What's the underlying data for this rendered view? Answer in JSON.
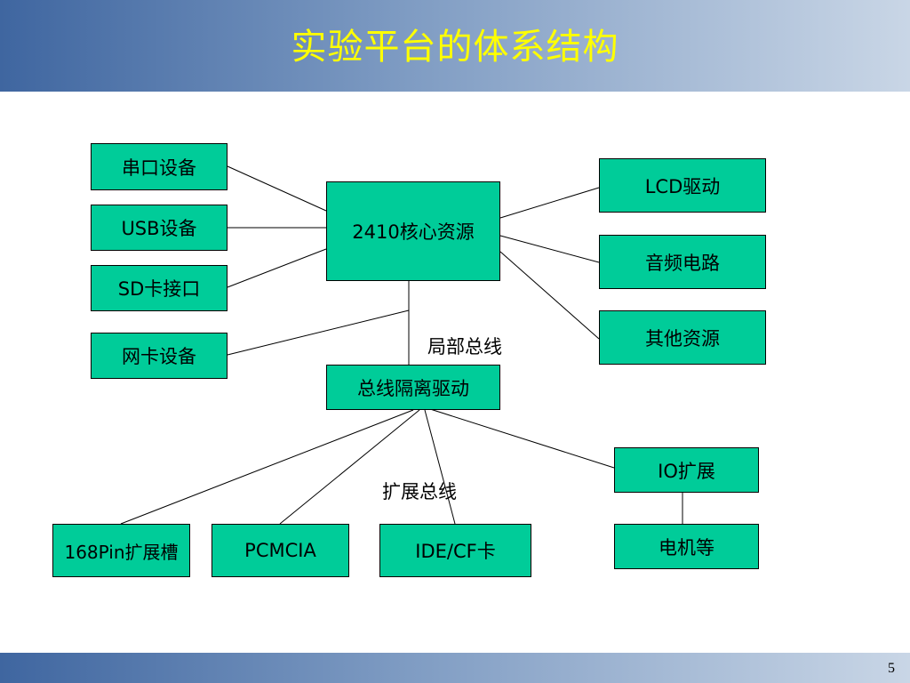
{
  "slide": {
    "title": "实验平台的体系结构",
    "page_number": "5"
  },
  "diagram": {
    "nodes": {
      "serial": "串口设备",
      "usb": "USB设备",
      "sd": "SD卡接口",
      "nic": "网卡设备",
      "core": "2410核心资源",
      "lcd": "LCD驱动",
      "audio": "音频电路",
      "other": "其他资源",
      "bus_isolation": "总线隔离驱动",
      "io_ext": "IO扩展",
      "motor": "电机等",
      "slot168": "168Pin扩展槽",
      "pcmcia": "PCMCIA",
      "idecf": "IDE/CF卡"
    },
    "labels": {
      "local_bus": "局部总线",
      "ext_bus": "扩展总线"
    },
    "colors": {
      "node_fill": "#00cc99",
      "title_text": "#ffff00"
    }
  }
}
